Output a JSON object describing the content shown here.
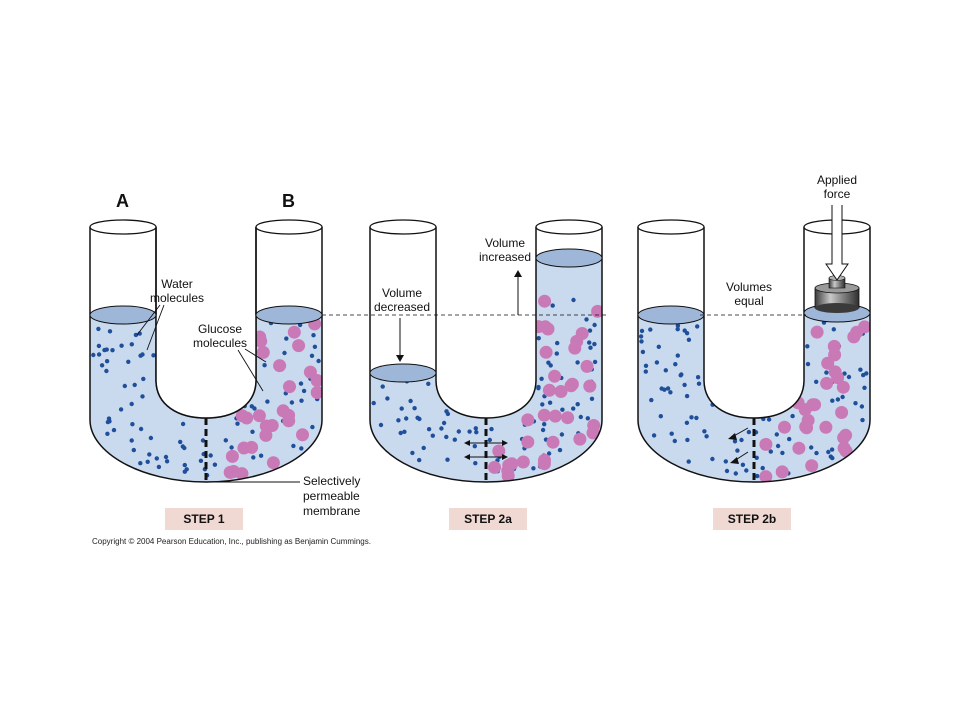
{
  "labels": {
    "a": "A",
    "b": "B",
    "water_1": "Water",
    "water_2": "molecules",
    "glucose_1": "Glucose",
    "glucose_2": "molecules",
    "membrane_1": "Selectively",
    "membrane_2": "permeable",
    "membrane_3": "membrane",
    "vol_inc_1": "Volume",
    "vol_inc_2": "increased",
    "vol_dec_1": "Volume",
    "vol_dec_2": "decreased",
    "vol_eq_1": "Volumes",
    "vol_eq_2": "equal",
    "force_1": "Applied",
    "force_2": "force"
  },
  "steps": [
    "STEP 1",
    "STEP 2a",
    "STEP 2b"
  ],
  "copyright": "Copyright © 2004 Pearson Education, Inc., publishing as Benjamin Cummings.",
  "colors": {
    "solution": "#c9d9ee",
    "surface": "#9eb6d8",
    "water_dot": "#1f4f9a",
    "glucose": "#c97ab6",
    "step_box": "#f1d9d3",
    "weight": "#6a6a6a"
  }
}
